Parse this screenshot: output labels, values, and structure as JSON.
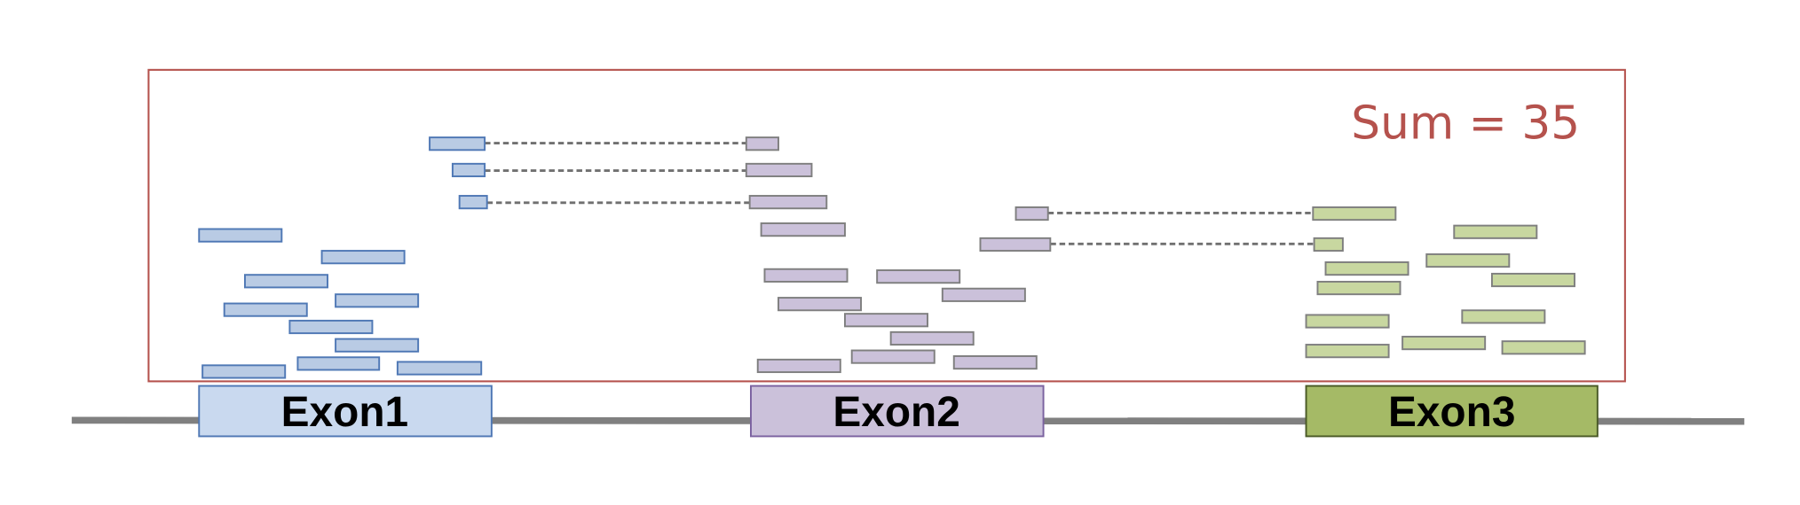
{
  "summary": {
    "sum_text": "Sum = 35",
    "fragment_count": 35
  },
  "exons": [
    {
      "label": "Exon1",
      "fill": "#c9d9ef",
      "stroke": "#4f78b5"
    },
    {
      "label": "Exon2",
      "fill": "#cbc1da",
      "stroke": "#7b62a0"
    },
    {
      "label": "Exon3",
      "fill": "#a5ba66",
      "stroke": "#4a5a27"
    }
  ],
  "colors": {
    "frame": "#b5524d",
    "backbone": "#808080",
    "read_exon1_fill": "#b9cbe4",
    "read_exon1_stroke": "#4f78b5",
    "read_exon2_fill": "#cbc1da",
    "read_exon3_fill": "#c8d7a0",
    "read_stroke": "#7f7f7f",
    "junction_line": "#707070"
  }
}
